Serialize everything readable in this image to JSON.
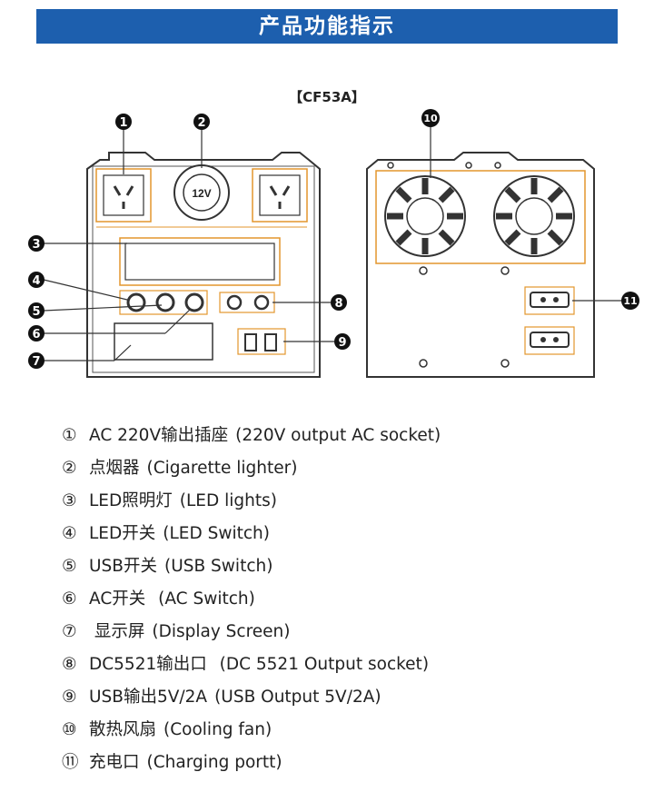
{
  "header": {
    "title": "产品功能指示"
  },
  "model": "【CF53A】",
  "callouts": [
    "1",
    "2",
    "3",
    "4",
    "5",
    "6",
    "7",
    "8",
    "9",
    "10",
    "11"
  ],
  "panel_texts": {
    "lighter_voltage": "12V"
  },
  "legend": [
    {
      "num": "①",
      "zh": "AC 220V输出插座",
      "en": "(220V output AC socket)"
    },
    {
      "num": "②",
      "zh": "点烟器",
      "en": "(Cigarette lighter)"
    },
    {
      "num": "③",
      "zh": "LED照明灯",
      "en": "(LED lights)"
    },
    {
      "num": "④",
      "zh": "LED开关",
      "en": "(LED Switch)"
    },
    {
      "num": "⑤",
      "zh": "USB开关",
      "en": "(USB Switch)"
    },
    {
      "num": "⑥",
      "zh": "AC开关",
      "en": " (AC Switch)"
    },
    {
      "num": "⑦",
      "zh": " 显示屏",
      "en": "(Display Screen)"
    },
    {
      "num": "⑧",
      "zh": "DC5521输出口",
      "en": "  (DC 5521 Output  socket)"
    },
    {
      "num": "⑨",
      "zh": "USB输出5V/2A",
      "en": "(USB Output  5V/2A)"
    },
    {
      "num": "⑩",
      "zh": "散热风扇",
      "en": "(Cooling fan)"
    },
    {
      "num": "⑪",
      "zh": "充电口",
      "en": "(Charging portt)"
    }
  ]
}
